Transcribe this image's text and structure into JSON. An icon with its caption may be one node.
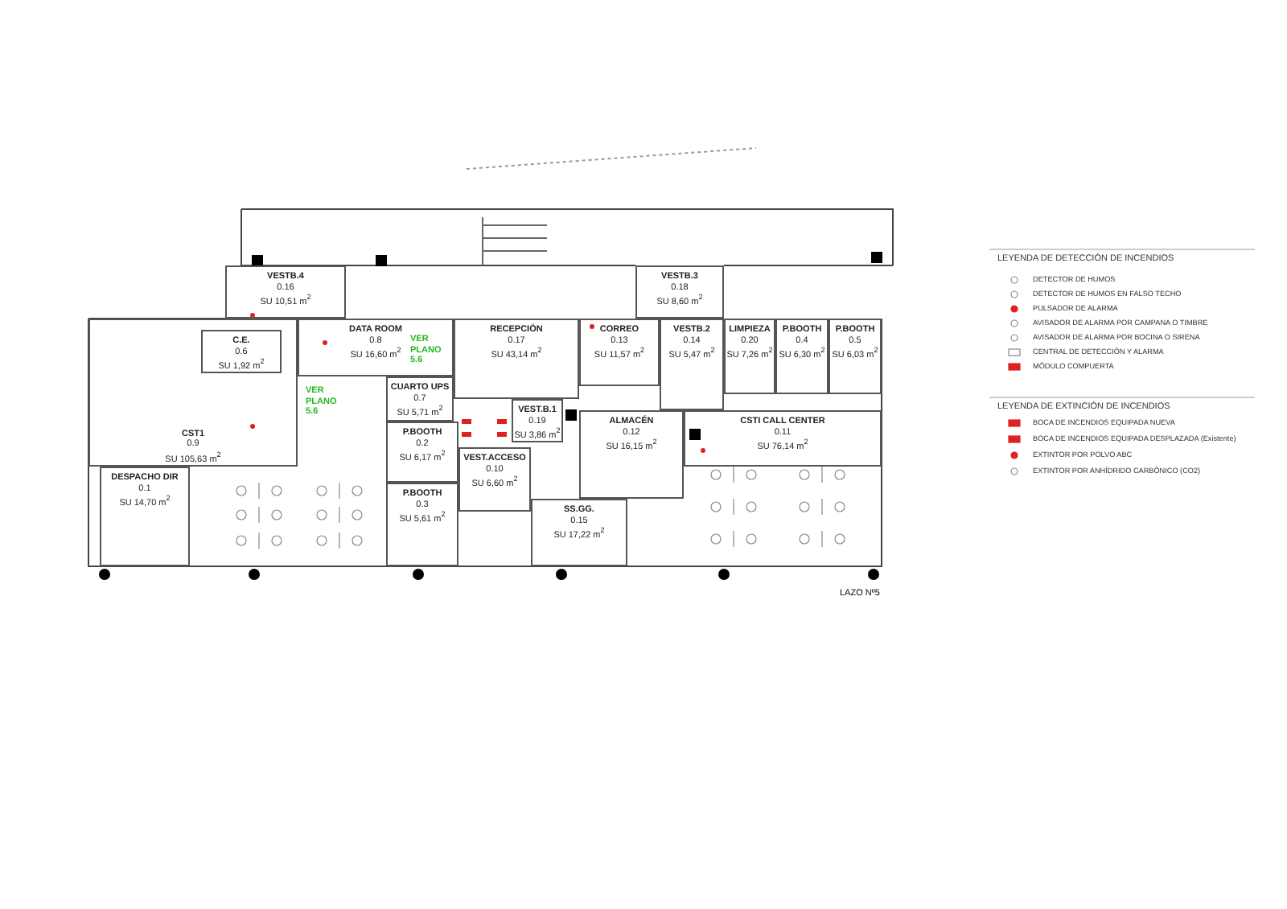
{
  "diagram": {
    "nodes": [
      {
        "text": [
          "VESTB.4",
          "0.16",
          "SU 10,51 m$^{2}$"
        ]
      },
      {
        "text": [
          "VESTB.3",
          "0.18",
          "SU 8,60 m$^{2}$"
        ]
      },
      {
        "text": [
          "CST1",
          "0.9",
          "SU 105,63 m$^{2}$"
        ]
      },
      {
        "text": [
          "C.E.",
          "0.6",
          "SU 1,92 m$^{2}$"
        ],
        "in": 2
      },
      {
        "text": [
          "DATA ROOM",
          "0.8",
          "SU 16,60 m$^{2}$"
        ]
      },
      {
        "text": [
          "LIMPIEZA",
          "0.20",
          "SU 7,26 m$^{2}$"
        ]
      },
      {
        "text": [
          "P.BOOTH",
          "0.4",
          "SU 6,30 m$^{2}$"
        ]
      },
      {
        "text": [
          "P.BOOTH",
          "0.5",
          "SU 6,03 m$^{2}$"
        ]
      },
      {
        "text": [
          "RECEPCIÓN",
          "0.17",
          "SU 43,14 m$^{2}$"
        ]
      },
      {
        "text": [
          "CORREO",
          "0.13",
          "SU 11,57 m$^{2}$"
        ]
      },
      {
        "text": [
          "CUARTO UPS",
          "0.7",
          "SU 5,71 m$^{2}$"
        ]
      },
      {
        "text": [
          "VESTB.2",
          "0.14",
          "SU 5,47 m$^{2}$"
        ]
      },
      {
        "text": [
          "VEST.B.1",
          "0.19",
          "SU 3,86 m$^{2}$"
        ]
      },
      {
        "text": [
          "P.BOOTH",
          "0.2",
          "SU 6,17 m$^{2}$"
        ]
      },
      {
        "text": [
          "ALMACÉN",
          "0.12",
          "SU 16,15 m$^{2}$"
        ]
      },
      {
        "text": [
          "CSTI CALL CENTER",
          "0.11",
          "SU 76,14 m$^{2}$"
        ]
      },
      {
        "text": [
          "VEST.ACCESO",
          "0.10",
          "SU 6,60 m$^{2}$"
        ]
      },
      {
        "text": [
          "DESPACHO DIR",
          "0.1",
          "SU 14,70 m$^{2}$"
        ]
      },
      {
        "text": [
          "P.BOOTH",
          "0.3",
          "SU 5,61 m$^{2}$"
        ]
      },
      {
        "text": [
          "SS.GG.",
          "0.15",
          "SU 17,22 m$^{2}$"
        ]
      }
    ],
    "labels": [
      "VER PLANO 5.6",
      "VER PLANO 5.6",
      "LEYENDA DE DETECCIÓN DE INCENDIOS",
      "LEYENDA DE EXTINCIÓN DE INCENDIOS",
      "LAZO Nº5"
    ],
    "legend": [
      {
        "text": "DETECTOR DE HUMOS"
      },
      {
        "text": "DETECTOR DE HUMOS EN FALSO TECHO"
      },
      {
        "text": "PULSADOR DE ALARMA"
      },
      {
        "text": "AVISADOR DE ALARMA POR CAMPANA O TIMBRE"
      },
      {
        "text": "AVISADOR DE ALARMA POR BOCINA O SIRENA"
      },
      {
        "text": "CENTRAL DE DETECCIÓN Y ALARMA"
      },
      {
        "text": "MÓDULO COMPUERTA"
      },
      {
        "text": "BOCA DE INCENDIOS EQUIPADA NUEVA"
      },
      {
        "text": "BOCA DE INCENDIOS EQUIPADA DESPLAZADA (Existente)"
      },
      {
        "text": "EXTINTOR POR POLVO ABC"
      },
      {
        "text": "EXTINTOR POR ANHÍDRIDO CARBÓNICO (CO2)"
      }
    ]
  }
}
